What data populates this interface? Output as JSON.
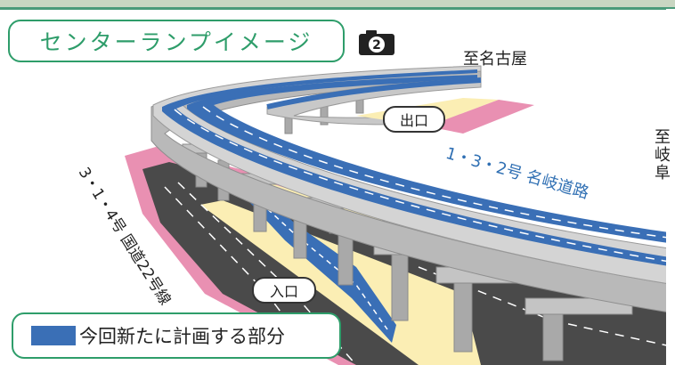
{
  "title": "センターランプイメージ",
  "photo_badge": {
    "icon": "camera-icon",
    "number": "2"
  },
  "labels": {
    "to_nagoya": "至名古屋",
    "to_gifu": [
      "至",
      "岐",
      "阜"
    ],
    "exit": "出口",
    "entrance": "入口",
    "expressway": "1・3・2号 名岐道路",
    "national_road": "3・1・4号 国道22号線"
  },
  "legend": {
    "text": "今回新たに計画する部分",
    "swatch_color": "#3a6fb6"
  },
  "colors": {
    "accent_green": "#2e9d6a",
    "new_section_blue": "#3a6fb6",
    "expressway_label_blue": "#2f6fb3",
    "road_pink": "#e990b2",
    "median_yellow": "#fbeeb4",
    "asphalt": "#4a4a4a",
    "viaduct_gray": "#b9b9b9"
  }
}
